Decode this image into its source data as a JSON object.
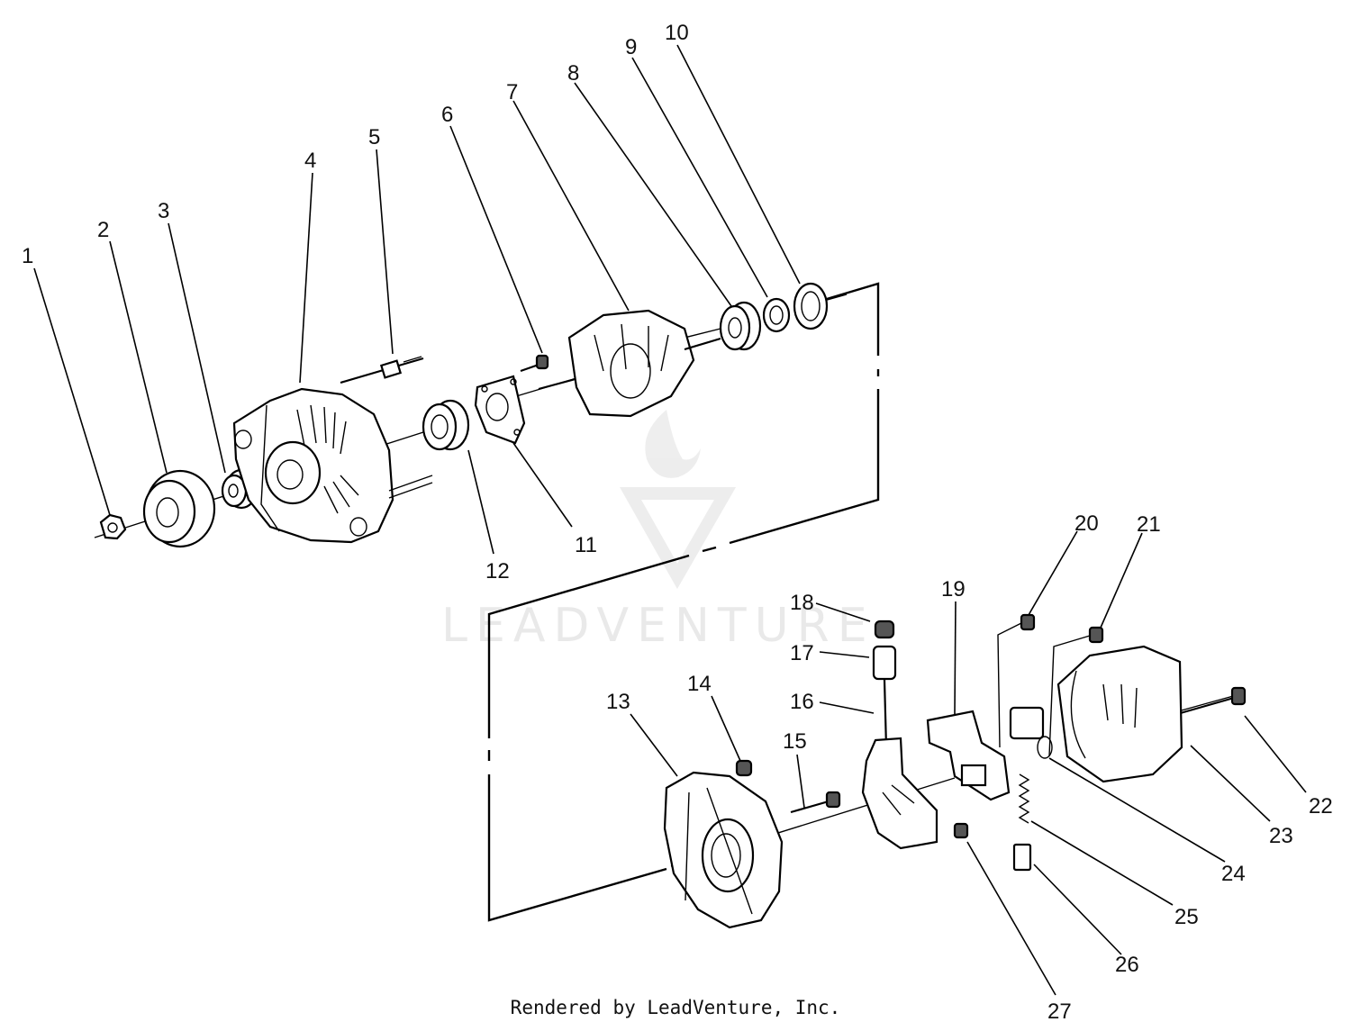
{
  "diagram": {
    "footer": "Rendered by LeadVenture, Inc.",
    "watermark": "LEADVENTURE",
    "callouts": [
      "1",
      "2",
      "3",
      "4",
      "5",
      "6",
      "7",
      "8",
      "9",
      "10",
      "11",
      "12",
      "13",
      "14",
      "15",
      "16",
      "17",
      "18",
      "19",
      "20",
      "21",
      "22",
      "23",
      "24",
      "25",
      "26",
      "27"
    ]
  }
}
